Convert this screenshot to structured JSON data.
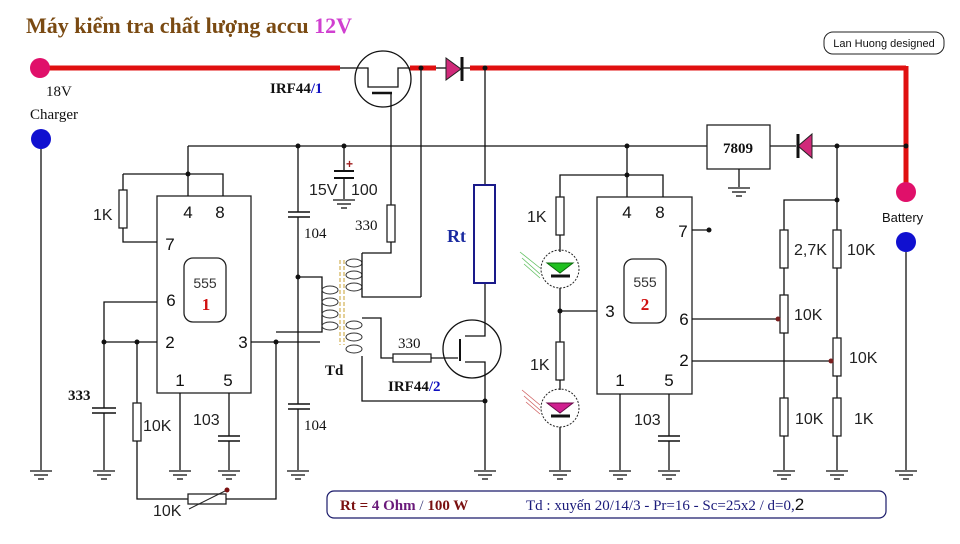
{
  "title": {
    "main": "Máy kiểm tra chất lượng accu ",
    "voltage": "12V",
    "main_color": "#7a4a12",
    "voltage_color": "#d040d0"
  },
  "credit": "Lan Huong designed",
  "terminals": {
    "charger_voltage": "18V",
    "charger_label": "Charger",
    "battery_label": "Battery",
    "positive_color": "#e0106a",
    "negative_color": "#1010d0"
  },
  "components": {
    "mosfet1": {
      "name": "IRF44",
      "index": "/1"
    },
    "mosfet2": {
      "name": "IRF44",
      "index": "/2"
    },
    "regulator": "7809",
    "load": "Rt",
    "transformer": "Td",
    "ic1": {
      "type": "555",
      "index": "1",
      "pins": [
        "4",
        "8",
        "7",
        "6",
        "2",
        "3",
        "1",
        "5"
      ]
    },
    "ic2": {
      "type": "555",
      "index": "2",
      "pins": [
        "4",
        "8",
        "7",
        "3",
        "6",
        "2",
        "1",
        "5"
      ]
    },
    "cap_100": {
      "voltage": "15V",
      "value": "100",
      "polarity": "+"
    },
    "cap_104_top": "104",
    "cap_104_bottom": "104",
    "cap_333": "333",
    "cap_103_ic1": "103",
    "cap_103_ic2": "103",
    "res_1k_ic1": "1K",
    "res_10k_ic1": "10K",
    "pot_10k_ic1": "10K",
    "res_330_gate1": "330",
    "res_330_gate2": "330",
    "res_1k_led_green": "1K",
    "res_1k_led_red": "1K",
    "res_2_7k": "2,7K",
    "res_10k_right_top": "10K",
    "pot_10k_left": "10K",
    "pot_10k_right": "10K",
    "res_10k_left_bottom": "10K",
    "res_1k_right_bottom": "1K",
    "led_green_color": "#20c020",
    "led_red_color": "#d02090"
  },
  "spec_box": {
    "rt_label": "Rt = ",
    "rt_value": "4 Ohm",
    "rt_sep": " / ",
    "rt_power": "100 W",
    "td_text": "Td : xuyến 20/14/3 - Pr=16 - Sc=25x2 / d=0,",
    "td_tail": "2"
  }
}
